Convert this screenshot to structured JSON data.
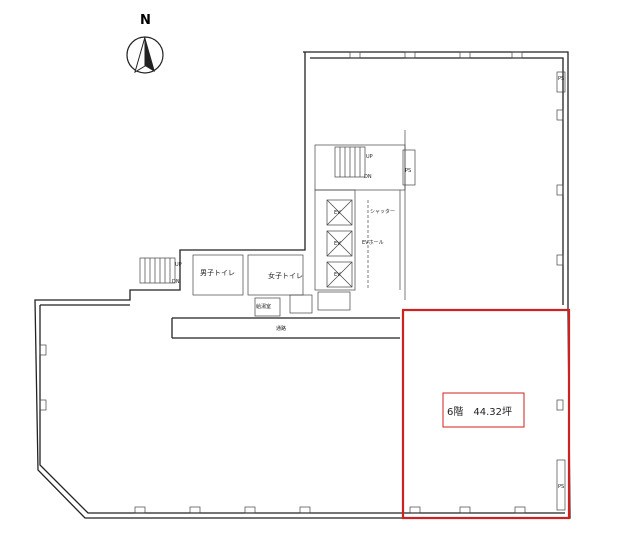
{
  "compass": {
    "label": "N"
  },
  "rooms": {
    "mens_toilet": "男子トイレ",
    "womens_toilet": "女子トイレ",
    "kitchenette": "給湯室",
    "corridor": "通路",
    "shutter": "シャッター",
    "ev_hall": "EVホール",
    "ev": "EV",
    "up": "UP",
    "dn": "DN",
    "ps": "PS"
  },
  "highlight": {
    "label": "6階　44.32坪",
    "color": "#cc2222"
  }
}
